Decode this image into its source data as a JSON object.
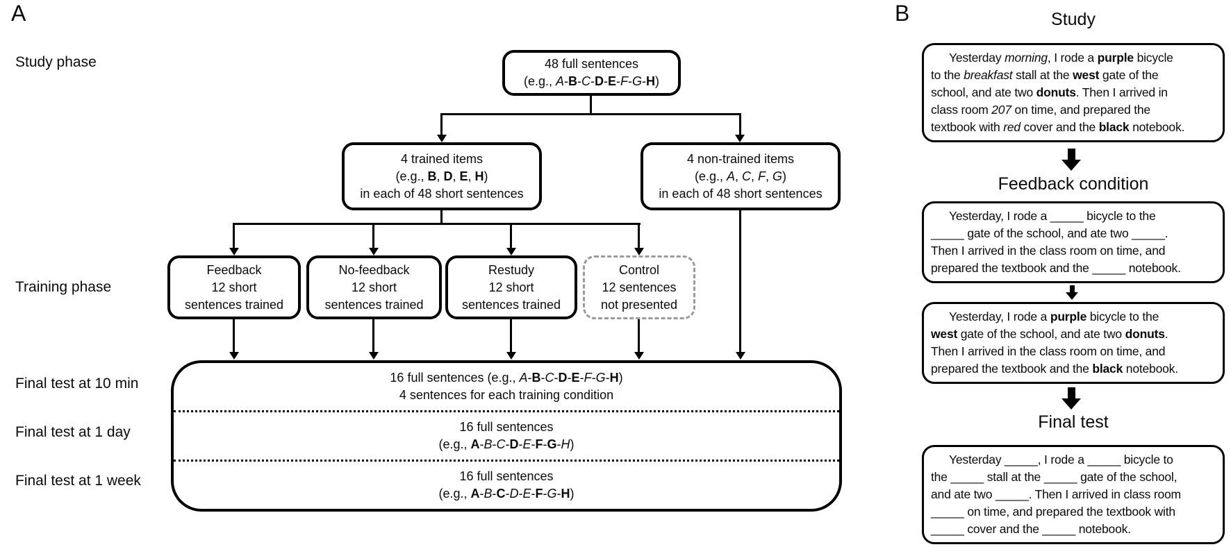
{
  "colors": {
    "line": "#000000",
    "control_border": "#9a9a9a",
    "background": "#ffffff",
    "text": "#0a0a0a"
  },
  "panel_a": {
    "label": "A",
    "phase_labels": {
      "study": "Study phase",
      "training": "Training phase",
      "test_10min": "Final test at 10 min",
      "test_1day": "Final test at 1 day",
      "test_1week": "Final test at 1 week"
    },
    "top_box": {
      "line1": "48 full sentences",
      "line2": [
        {
          "t": "(e.g., "
        },
        {
          "t": "A",
          "f": "i"
        },
        {
          "t": "-"
        },
        {
          "t": "B",
          "f": "b"
        },
        {
          "t": "-"
        },
        {
          "t": "C",
          "f": "i"
        },
        {
          "t": "-"
        },
        {
          "t": "D",
          "f": "b"
        },
        {
          "t": "-"
        },
        {
          "t": "E",
          "f": "b"
        },
        {
          "t": "-"
        },
        {
          "t": "F",
          "f": "i"
        },
        {
          "t": "-"
        },
        {
          "t": "G",
          "f": "i"
        },
        {
          "t": "-"
        },
        {
          "t": "H",
          "f": "b"
        },
        {
          "t": ")"
        }
      ]
    },
    "trained_box": {
      "line1": "4 trained items",
      "line2": [
        {
          "t": "(e.g., "
        },
        {
          "t": "B",
          "f": "b"
        },
        {
          "t": ", "
        },
        {
          "t": "D",
          "f": "b"
        },
        {
          "t": ", "
        },
        {
          "t": "E",
          "f": "b"
        },
        {
          "t": ", "
        },
        {
          "t": "H",
          "f": "b"
        },
        {
          "t": ")"
        }
      ],
      "line3": "in each of 48 short sentences"
    },
    "non_trained_box": {
      "line1": "4 non-trained items",
      "line2": [
        {
          "t": "(e.g., "
        },
        {
          "t": "A",
          "f": "i"
        },
        {
          "t": ", "
        },
        {
          "t": "C",
          "f": "i"
        },
        {
          "t": ", "
        },
        {
          "t": "F",
          "f": "i"
        },
        {
          "t": ", "
        },
        {
          "t": "G",
          "f": "i"
        },
        {
          "t": ")"
        }
      ],
      "line3": "in each of 48 short sentences"
    },
    "training_boxes": {
      "feedback": {
        "line1": "Feedback",
        "line2": "12 short",
        "line3": "sentences trained"
      },
      "no_feedback": {
        "line1": "No-feedback",
        "line2": "12 short",
        "line3": "sentences trained"
      },
      "restudy": {
        "line1": "Restudy",
        "line2": "12 short",
        "line3": "sentences trained"
      },
      "control": {
        "line1": "Control",
        "line2": "12 sentences",
        "line3": "not presented"
      }
    },
    "final_rows": [
      {
        "line1": [
          {
            "t": "16 full sentences (e.g., "
          },
          {
            "t": "A",
            "f": "i"
          },
          {
            "t": "-"
          },
          {
            "t": "B",
            "f": "b"
          },
          {
            "t": "-"
          },
          {
            "t": "C",
            "f": "i"
          },
          {
            "t": "-"
          },
          {
            "t": "D",
            "f": "b"
          },
          {
            "t": "-"
          },
          {
            "t": "E",
            "f": "b"
          },
          {
            "t": "-"
          },
          {
            "t": "F",
            "f": "i"
          },
          {
            "t": "-"
          },
          {
            "t": "G",
            "f": "i"
          },
          {
            "t": "-"
          },
          {
            "t": "H",
            "f": "b"
          },
          {
            "t": ")"
          }
        ],
        "line2": "4 sentences for each training condition"
      },
      {
        "line1": "16 full sentences",
        "line2": [
          {
            "t": "(e.g., "
          },
          {
            "t": "A",
            "f": "b"
          },
          {
            "t": "-"
          },
          {
            "t": "B",
            "f": "i"
          },
          {
            "t": "-"
          },
          {
            "t": "C",
            "f": "i"
          },
          {
            "t": "-"
          },
          {
            "t": "D",
            "f": "b"
          },
          {
            "t": "-"
          },
          {
            "t": "E",
            "f": "i"
          },
          {
            "t": "-"
          },
          {
            "t": "F",
            "f": "b"
          },
          {
            "t": "-"
          },
          {
            "t": "G",
            "f": "b"
          },
          {
            "t": "-"
          },
          {
            "t": "H",
            "f": "i"
          },
          {
            "t": ")"
          }
        ]
      },
      {
        "line1": "16 full sentences",
        "line2": [
          {
            "t": "(e.g., "
          },
          {
            "t": "A",
            "f": "b"
          },
          {
            "t": "-"
          },
          {
            "t": "B",
            "f": "i"
          },
          {
            "t": "-"
          },
          {
            "t": "C",
            "f": "b"
          },
          {
            "t": "-"
          },
          {
            "t": "D",
            "f": "i"
          },
          {
            "t": "-"
          },
          {
            "t": "E",
            "f": "i"
          },
          {
            "t": "-"
          },
          {
            "t": "F",
            "f": "b"
          },
          {
            "t": "-"
          },
          {
            "t": "G",
            "f": "i"
          },
          {
            "t": "-"
          },
          {
            "t": "H",
            "f": "b"
          },
          {
            "t": ")"
          }
        ]
      }
    ]
  },
  "panel_b": {
    "label": "B",
    "study": {
      "title": "Study",
      "lines": [
        [
          {
            "t": "Yesterday "
          },
          {
            "t": "morning",
            "f": "i"
          },
          {
            "t": ", I rode a "
          },
          {
            "t": "purple",
            "f": "b"
          },
          {
            "t": " bicycle"
          }
        ],
        [
          {
            "t": "to the "
          },
          {
            "t": "breakfast",
            "f": "i"
          },
          {
            "t": " stall at the "
          },
          {
            "t": "west",
            "f": "b"
          },
          {
            "t": " gate of the"
          }
        ],
        [
          {
            "t": "school, and ate two "
          },
          {
            "t": "donuts",
            "f": "b"
          },
          {
            "t": ". Then I arrived in"
          }
        ],
        [
          {
            "t": "class room "
          },
          {
            "t": "207",
            "f": "i"
          },
          {
            "t": " on time, and prepared the"
          }
        ],
        [
          {
            "t": "textbook with "
          },
          {
            "t": "red",
            "f": "i"
          },
          {
            "t": " cover and the "
          },
          {
            "t": "black",
            "f": "b"
          },
          {
            "t": " notebook."
          }
        ]
      ]
    },
    "feedback": {
      "title": "Feedback condition",
      "box1_lines": [
        "Yesterday, I rode a _____ bicycle to the",
        "_____ gate of the school, and ate two _____.",
        "Then I arrived in the class room on time, and",
        "prepared the textbook and the _____ notebook."
      ],
      "box2_lines": [
        [
          {
            "t": "Yesterday, I rode a "
          },
          {
            "t": "purple",
            "f": "b"
          },
          {
            "t": " bicycle to the"
          }
        ],
        [
          {
            "t": "west",
            "f": "b"
          },
          {
            "t": " gate of the school, and ate two "
          },
          {
            "t": "donuts",
            "f": "b"
          },
          {
            "t": "."
          }
        ],
        [
          {
            "t": "Then I arrived in the class room on time, and"
          }
        ],
        [
          {
            "t": "prepared the textbook and the "
          },
          {
            "t": "black",
            "f": "b"
          },
          {
            "t": " notebook."
          }
        ]
      ]
    },
    "final": {
      "title": "Final test",
      "lines": [
        "Yesterday _____, I rode a _____ bicycle to",
        "the _____ stall at the _____ gate of the school,",
        "and ate two _____. Then I arrived in class room",
        "_____ on time, and prepared the textbook with",
        "_____ cover and the _____ notebook."
      ]
    }
  }
}
